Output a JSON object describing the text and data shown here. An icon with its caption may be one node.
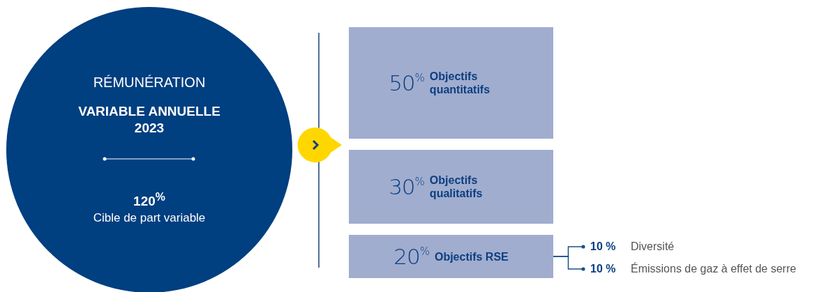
{
  "diagram": {
    "nodes": [
      {
        "text": [
          "RÉMUNÉRATION",
          "VARIABLE ANNUELLE 2023",
          "120$^{%}$",
          "Cible de part variable"
        ]
      },
      {
        "text": [
          "50$^{%}$",
          "Objectifs quantitatifs"
        ]
      },
      {
        "text": [
          "30$^{%}$",
          "Objectifs qualitatifs"
        ]
      },
      {
        "text": [
          "20$^{%}$",
          "Objectifs RSE"
        ]
      },
      {
        "text": [
          "10 %",
          "Diversité"
        ]
      },
      {
        "text": [
          "10 %",
          "Émissions de gaz à effet de serre"
        ]
      }
    ],
    "edges": [
      {
        "from": 3,
        "to": 4,
        "arrow": "other"
      },
      {
        "from": 3,
        "to": 5,
        "arrow": "other"
      }
    ]
  }
}
